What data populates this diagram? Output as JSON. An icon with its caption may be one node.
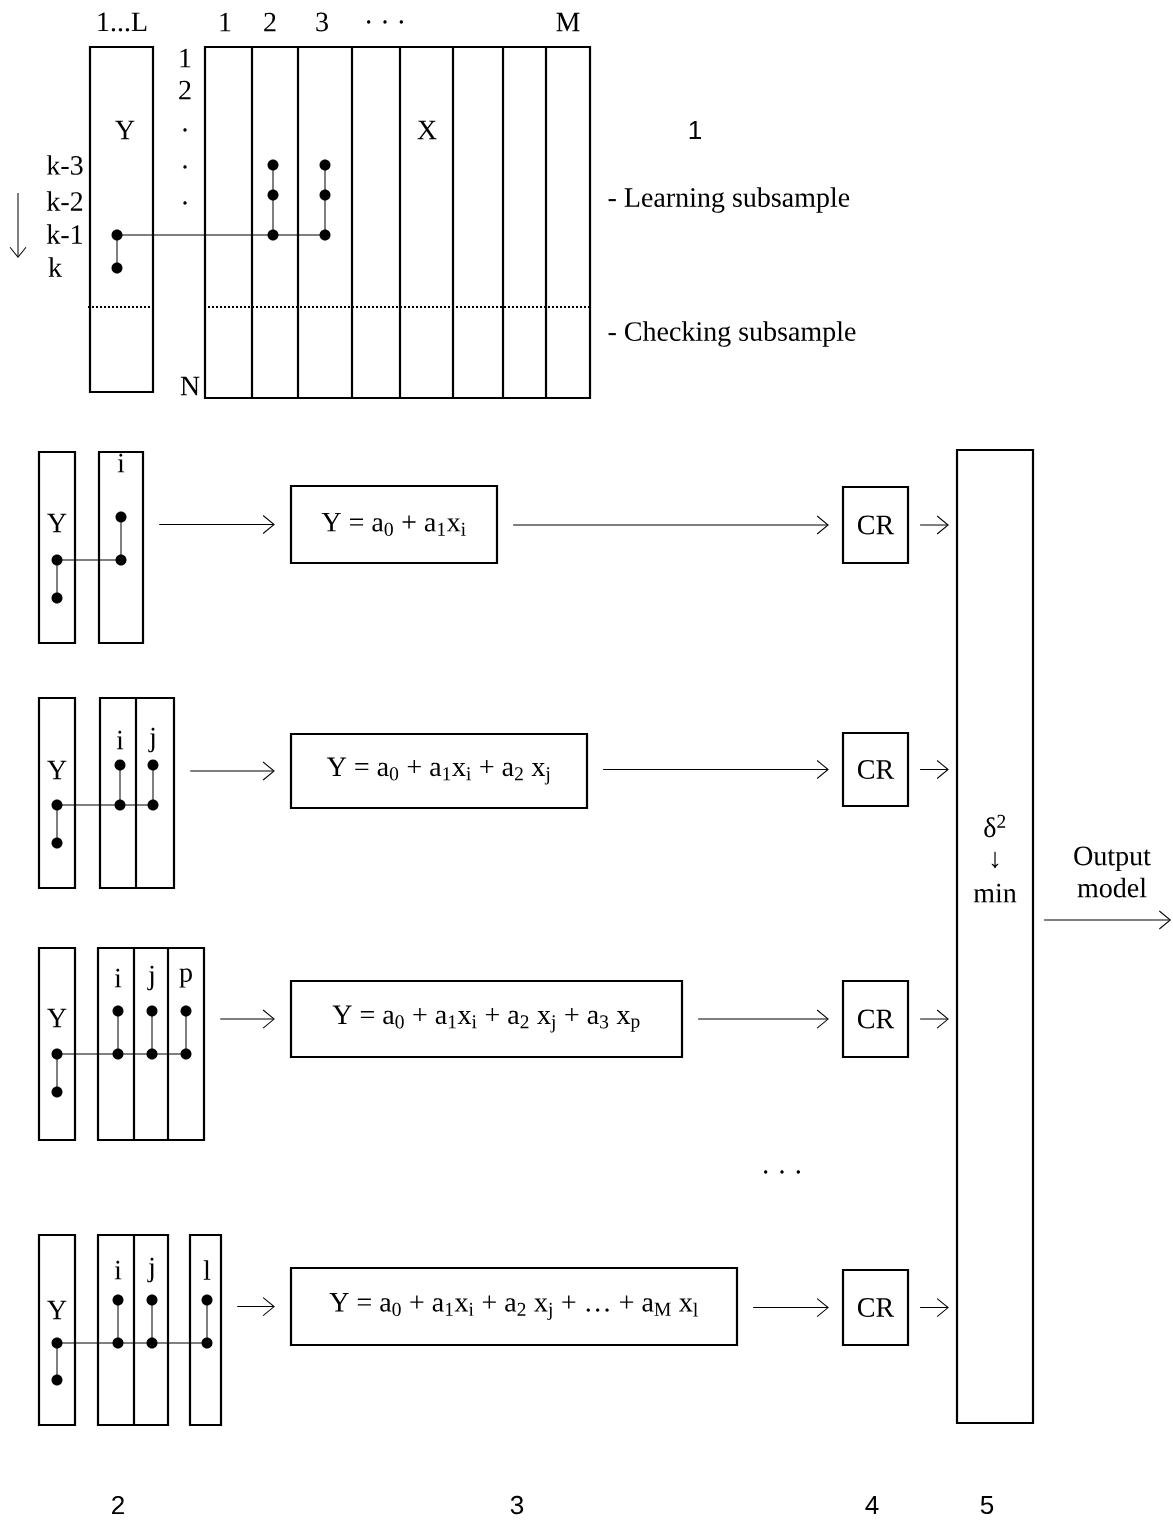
{
  "diagram": {
    "nodes": [
      {
        "text": [
          "Y"
        ]
      },
      {
        "text": [
          "X"
        ]
      },
      {
        "text": [
          "Y"
        ]
      },
      {
        "text": [
          "i"
        ]
      },
      {
        "text": [
          "Y = a$_{0}$ + a$_{1}$x$_{i}$"
        ]
      },
      {
        "text": [
          "CR"
        ]
      },
      {
        "text": [
          "Y"
        ]
      },
      {
        "text": [
          "i",
          "j"
        ]
      },
      {
        "text": [
          "Y = a$_{0}$ + a$_{1}$x$_{i}$ + a$_{2}$ x$_{j}$"
        ]
      },
      {
        "text": [
          "CR"
        ]
      },
      {
        "text": [
          "Y"
        ]
      },
      {
        "text": [
          "i",
          "j",
          "p"
        ]
      },
      {
        "text": [
          "Y = a$_{0}$ + a$_{1}$x$_{i}$ + a$_{2}$ x$_{j}$ + a$_{3}$ x$_{p}$"
        ]
      },
      {
        "text": [
          "CR"
        ]
      },
      {
        "text": [
          "Y"
        ]
      },
      {
        "text": [
          "i",
          "j",
          "l"
        ]
      },
      {
        "text": [
          "Y = a$_{0}$ + a$_{1}$x$_{i}$ + a$_{2}$ x$_{j}$ + … + a$_{M}$ x$_{l}$"
        ]
      },
      {
        "text": [
          "CR"
        ]
      },
      {
        "text": [
          "δ$^{2}$",
          "↓",
          "min"
        ]
      }
    ],
    "edges": [
      {
        "from": 3,
        "to": 4,
        "arrow": "to"
      },
      {
        "from": 4,
        "to": 5,
        "arrow": "to"
      },
      {
        "from": 5,
        "to": 18,
        "arrow": "to"
      },
      {
        "from": 7,
        "to": 8,
        "arrow": "to"
      },
      {
        "from": 8,
        "to": 9,
        "arrow": "to"
      },
      {
        "from": 9,
        "to": 18,
        "arrow": "to"
      },
      {
        "from": 11,
        "to": 12,
        "arrow": "to"
      },
      {
        "from": 12,
        "to": 13,
        "arrow": "to"
      },
      {
        "from": 13,
        "to": 18,
        "arrow": "to"
      },
      {
        "from": 15,
        "to": 16,
        "arrow": "to"
      },
      {
        "from": 16,
        "to": 17,
        "arrow": "to"
      },
      {
        "from": 17,
        "to": 18,
        "arrow": "to"
      },
      {
        "from": 18,
        "to": null,
        "arrow": "to",
        "label": "Output model"
      }
    ],
    "labels": [
      "1...L",
      "1",
      "2",
      "3",
      ". . .",
      "M",
      "1",
      "2",
      ".",
      ".",
      ".",
      "N",
      "k-3",
      "k-2",
      "k-1",
      "k",
      "1",
      "- Learning subsample",
      "- Checking subsample",
      ". . .",
      "2",
      "3",
      "4",
      "5"
    ]
  }
}
